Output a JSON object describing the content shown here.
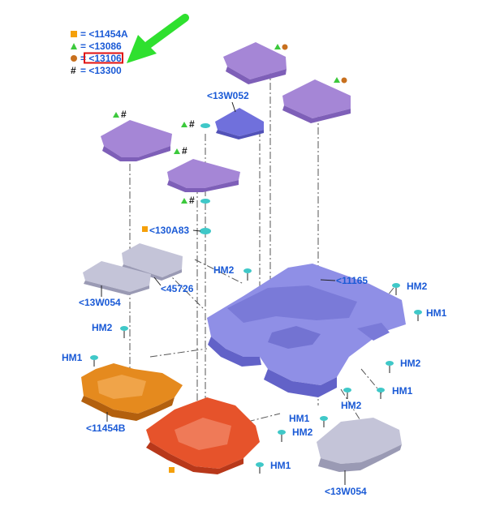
{
  "legend": {
    "items": [
      {
        "symbol": "square",
        "color": "#f5a00a",
        "text": "= <11454A"
      },
      {
        "symbol": "triangle",
        "color": "#3cc93c",
        "text": "= <13086"
      },
      {
        "symbol": "circle",
        "color": "#c8701e",
        "text": "= <13106"
      },
      {
        "symbol": "hash",
        "color": "#111111",
        "text": "= <13300"
      }
    ],
    "highlight_color": "#e01010",
    "arrow_color": "#2fe02f"
  },
  "colors": {
    "mat": "#a586d6",
    "mat_dark": "#7e5fb8",
    "floor": "#8f8fe6",
    "floor_dark": "#6262c8",
    "orange": "#e58a1e",
    "red": "#e6532b",
    "grey": "#c4c4d8",
    "clip": "#3fc8c8"
  },
  "labels": {
    "p13w052": "<13W052",
    "p130a83": "<130A83",
    "p13w054_left": "<13W054",
    "p45726": "<45726",
    "p11165": "<11165",
    "p11454b": "<11454B",
    "p13w054_right": "<13W054",
    "hm2_a": "HM2",
    "hm2_b": "HM2",
    "hm2_c": "HM2",
    "hm2_d": "HM2",
    "hm2_e": "HM2",
    "hm2_f": "HM2",
    "hm1_a": "HM1",
    "hm1_b": "HM1",
    "hm1_c": "HM1",
    "hm1_d": "HM1",
    "hm1_e": "HM1",
    "sym_hash": "#"
  }
}
